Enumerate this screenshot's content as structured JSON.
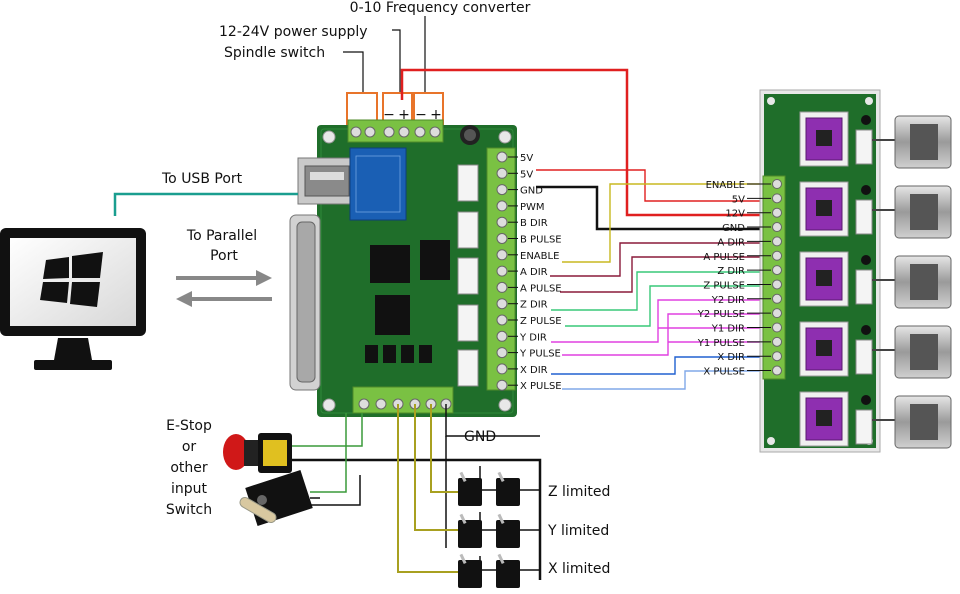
{
  "headers": {
    "freq_converter": "0-10 Frequency converter",
    "power_supply": "12-24V power supply",
    "spindle_switch": "Spindle switch",
    "terminal_signs": [
      "−",
      "+",
      "−",
      "+"
    ]
  },
  "left_labels": {
    "usb": "To USB Port",
    "parallel_line1": "To Parallel",
    "parallel_line2": "Port",
    "estop": [
      "E-Stop",
      "or",
      "other",
      "input",
      "Switch"
    ]
  },
  "controller_pins": [
    "5V",
    "5V",
    "GND",
    "PWM",
    "B DIR",
    "B PULSE",
    "ENABLE",
    "A DIR",
    "A PULSE",
    "Z DIR",
    "Z PULSE",
    "Y DIR",
    "Y PULSE",
    "X DIR",
    "X PULSE"
  ],
  "driver_pins": [
    "ENABLE",
    "5V",
    "12V",
    "GND",
    "A DIR",
    "A PULSE",
    "Z DIR",
    "Z PULSE",
    "Y2 DIR",
    "Y2 PULSE",
    "Y1 DIR",
    "Y1 PULSE",
    "X DIR",
    "X PULSE"
  ],
  "limits": {
    "gnd": "GND",
    "z": "Z limited",
    "y": "Y limited",
    "x": "X limited"
  },
  "colors": {
    "red_power": "#e02020",
    "black_gnd": "#111111",
    "teal_usb": "#1a9e8f",
    "pcb_green": "#1f6e2a",
    "relay_blue": "#1a5fb4",
    "terminal_green": "#7ac143",
    "driver_purple": "#8e2fb0",
    "limit_olive": "#a8a020",
    "orange_box": "#e8742a"
  }
}
